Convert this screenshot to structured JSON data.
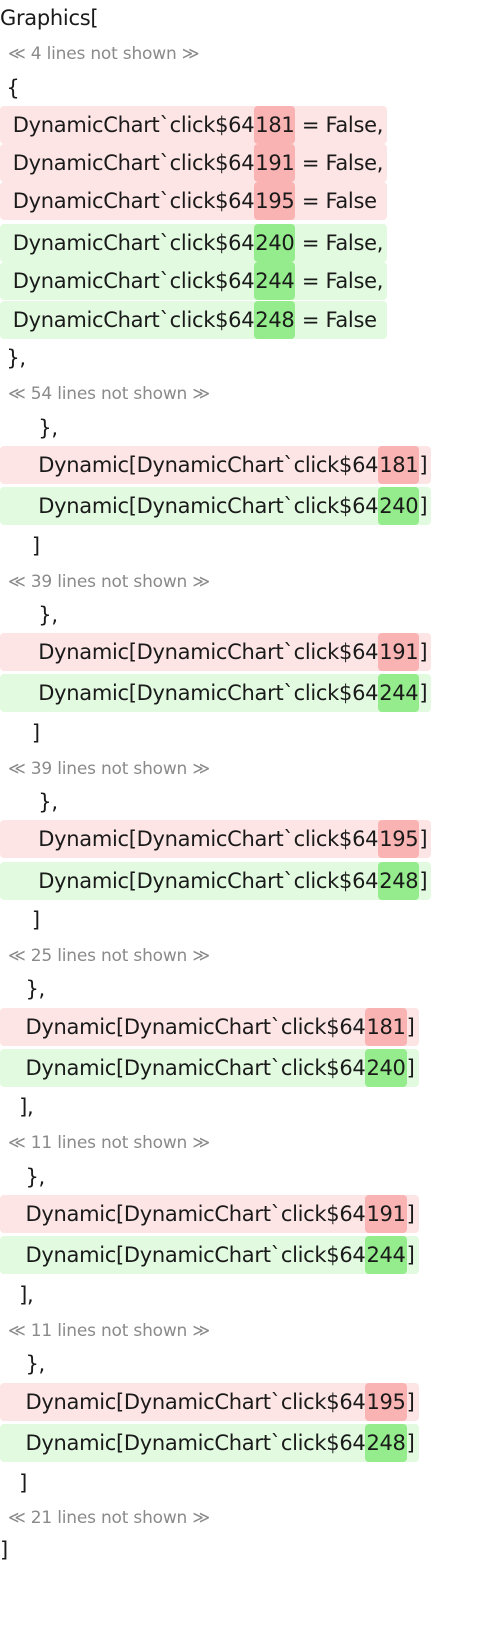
{
  "colors": {
    "deleted_bg": "#fde5e5",
    "deleted_highlight": "#f9b3b3",
    "inserted_bg": "#e2fbe0",
    "inserted_highlight": "#94ec8c",
    "fold_text": "#8a8a8a"
  },
  "lines": [
    {
      "kind": "code",
      "text": "Graphics["
    },
    {
      "kind": "fold",
      "text": "≪ 4 lines not shown ≫"
    },
    {
      "kind": "code",
      "text": " {"
    },
    {
      "kind": "del",
      "pre": "  DynamicChart`click$64",
      "hl": "181",
      "post": " = False,"
    },
    {
      "kind": "del",
      "pre": "  DynamicChart`click$64",
      "hl": "191",
      "post": " = False,"
    },
    {
      "kind": "del",
      "pre": "  DynamicChart`click$64",
      "hl": "195",
      "post": " = False"
    },
    {
      "kind": "ins",
      "pre": "  DynamicChart`click$64",
      "hl": "240",
      "post": " = False,"
    },
    {
      "kind": "ins",
      "pre": "  DynamicChart`click$64",
      "hl": "244",
      "post": " = False,"
    },
    {
      "kind": "ins",
      "pre": "  DynamicChart`click$64",
      "hl": "248",
      "post": " = False"
    },
    {
      "kind": "code",
      "text": " },"
    },
    {
      "kind": "fold",
      "text": "≪ 54 lines not shown ≫"
    },
    {
      "kind": "code",
      "text": "      },"
    },
    {
      "kind": "del",
      "pre": "      Dynamic[DynamicChart`click$64",
      "hl": "181",
      "post": "]"
    },
    {
      "kind": "ins",
      "pre": "      Dynamic[DynamicChart`click$64",
      "hl": "240",
      "post": "]"
    },
    {
      "kind": "code",
      "text": "     ]"
    },
    {
      "kind": "fold",
      "text": "≪ 39 lines not shown ≫"
    },
    {
      "kind": "code",
      "text": "      },"
    },
    {
      "kind": "del",
      "pre": "      Dynamic[DynamicChart`click$64",
      "hl": "191",
      "post": "]"
    },
    {
      "kind": "ins",
      "pre": "      Dynamic[DynamicChart`click$64",
      "hl": "244",
      "post": "]"
    },
    {
      "kind": "code",
      "text": "     ]"
    },
    {
      "kind": "fold",
      "text": "≪ 39 lines not shown ≫"
    },
    {
      "kind": "code",
      "text": "      },"
    },
    {
      "kind": "del",
      "pre": "      Dynamic[DynamicChart`click$64",
      "hl": "195",
      "post": "]"
    },
    {
      "kind": "ins",
      "pre": "      Dynamic[DynamicChart`click$64",
      "hl": "248",
      "post": "]"
    },
    {
      "kind": "code",
      "text": "     ]"
    },
    {
      "kind": "fold",
      "text": "≪ 25 lines not shown ≫"
    },
    {
      "kind": "code",
      "text": "    },"
    },
    {
      "kind": "del",
      "pre": "    Dynamic[DynamicChart`click$64",
      "hl": "181",
      "post": "]"
    },
    {
      "kind": "ins",
      "pre": "    Dynamic[DynamicChart`click$64",
      "hl": "240",
      "post": "]"
    },
    {
      "kind": "code",
      "text": "   ],"
    },
    {
      "kind": "fold",
      "text": "≪ 11 lines not shown ≫"
    },
    {
      "kind": "code",
      "text": "    },"
    },
    {
      "kind": "del",
      "pre": "    Dynamic[DynamicChart`click$64",
      "hl": "191",
      "post": "]"
    },
    {
      "kind": "ins",
      "pre": "    Dynamic[DynamicChart`click$64",
      "hl": "244",
      "post": "]"
    },
    {
      "kind": "code",
      "text": "   ],"
    },
    {
      "kind": "fold",
      "text": "≪ 11 lines not shown ≫"
    },
    {
      "kind": "code",
      "text": "    },"
    },
    {
      "kind": "del",
      "pre": "    Dynamic[DynamicChart`click$64",
      "hl": "195",
      "post": "]"
    },
    {
      "kind": "ins",
      "pre": "    Dynamic[DynamicChart`click$64",
      "hl": "248",
      "post": "]"
    },
    {
      "kind": "code",
      "text": "   ]"
    },
    {
      "kind": "fold",
      "text": "≪ 21 lines not shown ≫"
    },
    {
      "kind": "code",
      "text": "]"
    }
  ]
}
